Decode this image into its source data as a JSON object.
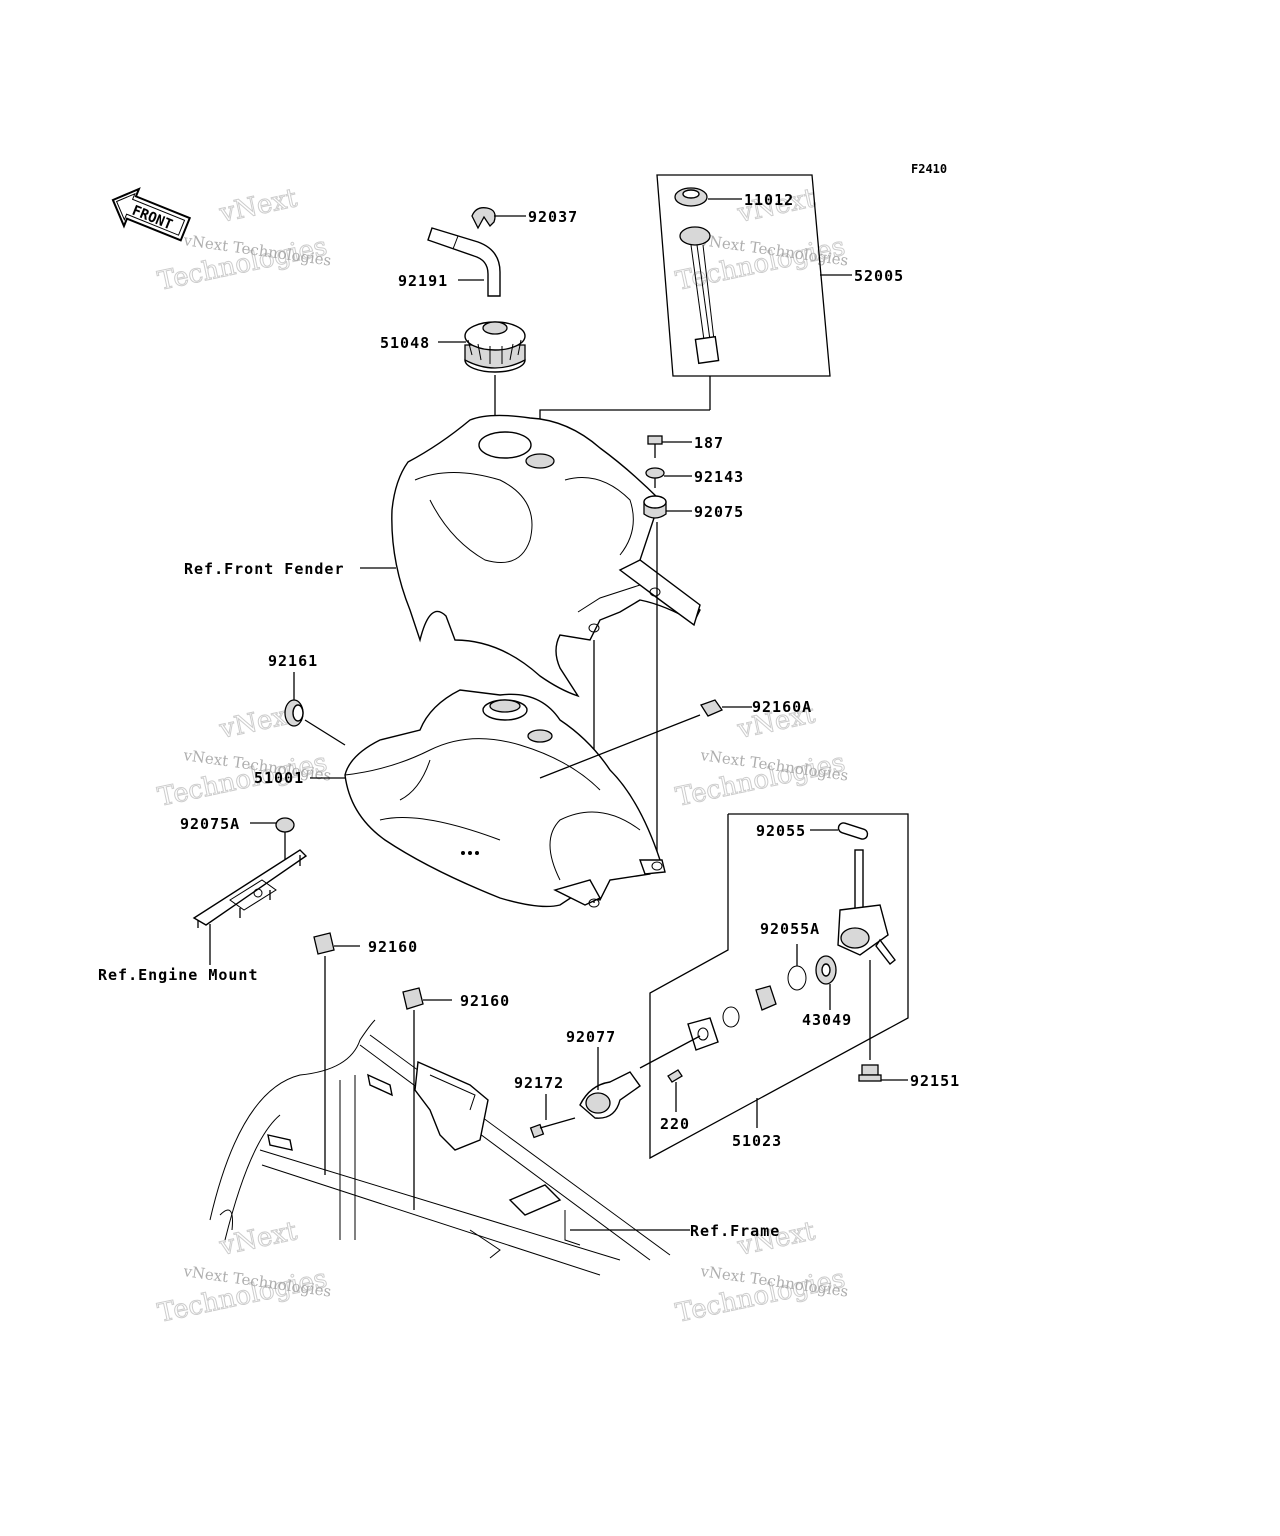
{
  "diagram_code": "F2410",
  "front_label": "FRONT",
  "watermark": {
    "line1": "vNext Technologies",
    "line2": "vNext",
    "line3": "Technologies"
  },
  "parts": {
    "p92037": "92037",
    "p92191": "92191",
    "p51048": "51048",
    "p11012": "11012",
    "p52005": "52005",
    "p187": "187",
    "p92143": "92143",
    "p92075": "92075",
    "p92161": "92161",
    "p92160A": "92160A",
    "p51001": "51001",
    "p92075A": "92075A",
    "p92055": "92055",
    "p92055A": "92055A",
    "p43049": "43049",
    "p92160_1": "92160",
    "p92160_2": "92160",
    "p92077": "92077",
    "p92172": "92172",
    "p220": "220",
    "p51023": "51023",
    "p92151": "92151"
  },
  "refs": {
    "front_fender": "Ref.Front Fender",
    "engine_mount": "Ref.Engine Mount",
    "frame": "Ref.Frame"
  }
}
